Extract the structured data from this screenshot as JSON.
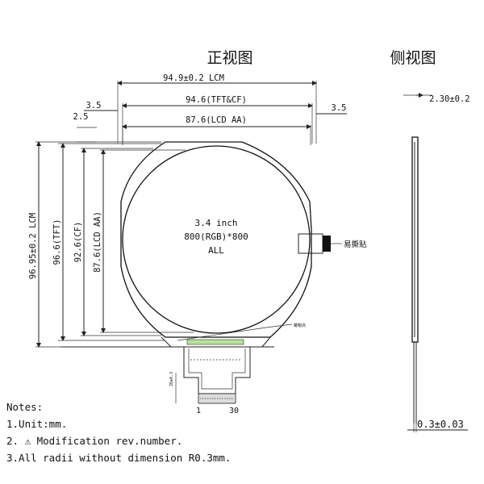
{
  "titles": {
    "front_view": "正视图",
    "side_view": "侧视图"
  },
  "dimensions": {
    "lcm_width": "94.9±0.2 LCM",
    "tft_cf_width": "94.6(TFT&CF)",
    "lcd_aa_width": "87.6(LCD AA)",
    "left_offset": "3.5",
    "right_offset": "3.5",
    "top_offset": "2.5",
    "lcm_height": "96.95±0.2 LCM",
    "tft_height": "96.6(TFT)",
    "cf_height": "92.6(CF)",
    "lcd_aa_height": "87.6(LCD AA)",
    "side_thickness": "2.30±0.2",
    "fpc_thickness": "0.3±0.03",
    "fpc_small": "20±0.3"
  },
  "panel": {
    "size": "3.4 inch",
    "resolution": "800(RGB)*800",
    "mode": "ALL"
  },
  "labels": {
    "tear_tab": "易撕贴",
    "small_label": "螺帽点"
  },
  "fpc_pins": {
    "first": "1",
    "last": "30"
  },
  "notes": {
    "heading": "Notes:",
    "items": [
      "1.Unit:mm.",
      "2. Modification rev.number.",
      "3.All radii without dimension R0.3mm."
    ],
    "warning_symbol": "⚠"
  },
  "colors": {
    "fpc_contact": "#b6e39a"
  }
}
